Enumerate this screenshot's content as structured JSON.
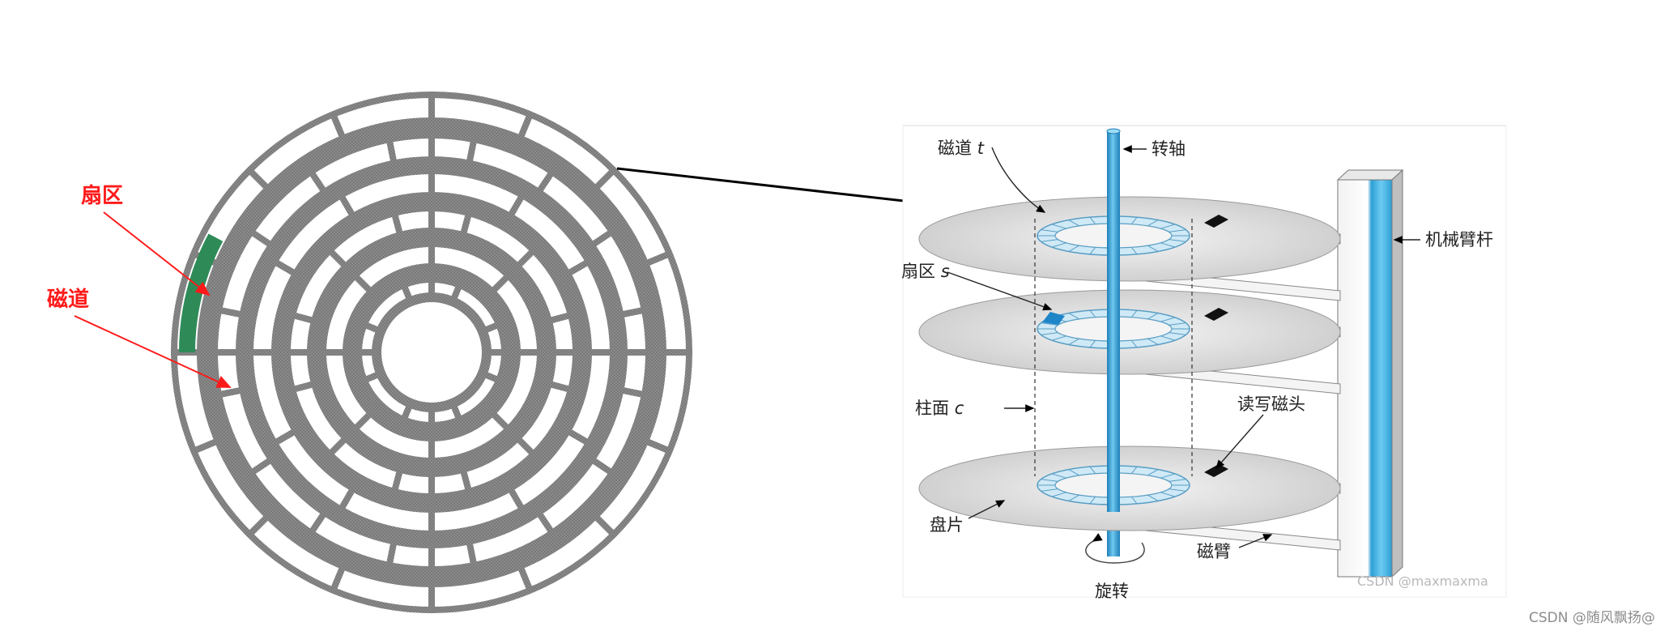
{
  "left_diagram": {
    "sector_label": "扇区",
    "track_label": "磁道",
    "label_color": "#ff1a1a",
    "ring_color": "#888888",
    "sector_highlight_color": "#2e8b57"
  },
  "right_diagram": {
    "labels": {
      "track": "磁道",
      "track_var": "t",
      "spindle": "转轴",
      "arm_assembly": "机械臂杆",
      "sector": "扇区",
      "sector_var": "s",
      "cylinder": "柱面",
      "cylinder_var": "c",
      "rw_head": "读写磁头",
      "platter": "盘片",
      "arm": "磁臂",
      "rotation": "旋转"
    },
    "source_watermark": "CSDN @maxmaxma",
    "spindle_color": "#3aa6d8"
  },
  "watermark": "CSDN @随风飘扬@"
}
